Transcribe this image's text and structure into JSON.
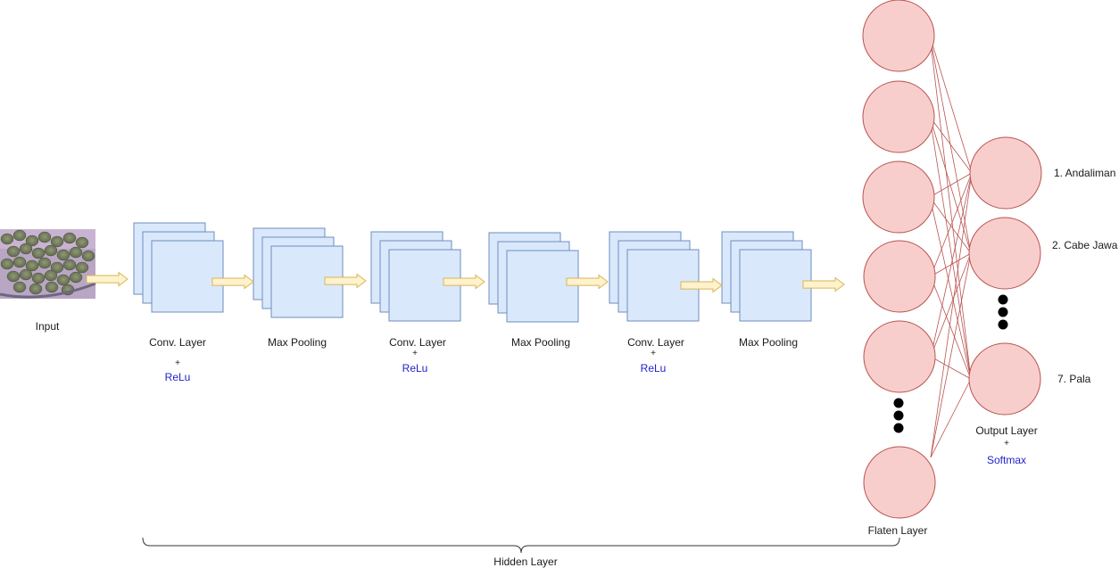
{
  "stages": [
    {
      "label": "Conv. Layer",
      "activation": "ReLu"
    },
    {
      "label": "Max Pooling"
    },
    {
      "label": "Conv. Layer",
      "activation": "ReLu"
    },
    {
      "label": "Max Pooling"
    },
    {
      "label": "Conv. Layer",
      "activation": "ReLu"
    },
    {
      "label": "Max Pooling"
    }
  ],
  "plus_sign": "+",
  "input_label": "Input",
  "flatten_label": "Flaten Layer",
  "output_label": "Output Layer",
  "output_activation": "Softmax",
  "hidden_label": "Hidden Layer",
  "classes": [
    "1. Andaliman",
    "2. Cabe Jawa",
    "7. Pala"
  ],
  "colors": {
    "feature_map_fill": "#dae8fc",
    "feature_map_stroke": "#6c8ebf",
    "arrow_fill": "#fff2cc",
    "arrow_stroke": "#d6b656",
    "neuron_fill": "#f8cecc",
    "neuron_stroke": "#b85450",
    "activation_text": "#2222cc"
  }
}
